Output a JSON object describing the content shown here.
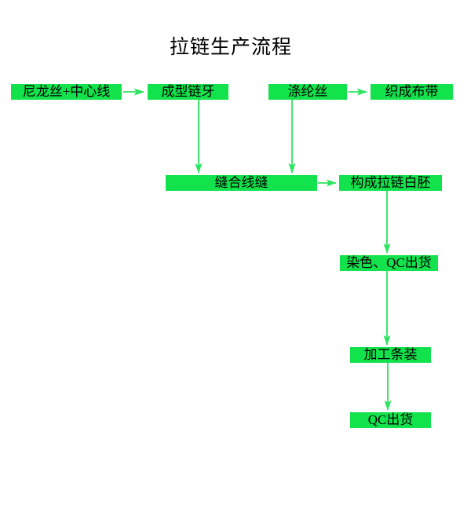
{
  "title": "拉链生产流程",
  "colors": {
    "background": "#ffffff",
    "node_fill": "#12e24c",
    "arrow": "#2be55e",
    "text": "#000000"
  },
  "nodes": [
    {
      "id": "nylon-center-thread",
      "label": "尼龙丝+中心线"
    },
    {
      "id": "formed-teeth",
      "label": "成型链牙"
    },
    {
      "id": "polyester-thread",
      "label": "涤纶丝"
    },
    {
      "id": "woven-tape",
      "label": "织成布带"
    },
    {
      "id": "sew-seam",
      "label": "缝合线缝"
    },
    {
      "id": "zipper-blank",
      "label": "构成拉链白胚"
    },
    {
      "id": "dye-qc-ship",
      "label": "染色、QC出货"
    },
    {
      "id": "process-strip",
      "label": "加工条装"
    },
    {
      "id": "qc-ship",
      "label": "QC出货"
    }
  ],
  "edges": [
    {
      "from": "nylon-center-thread",
      "to": "formed-teeth"
    },
    {
      "from": "polyester-thread",
      "to": "woven-tape"
    },
    {
      "from": "formed-teeth",
      "to": "sew-seam"
    },
    {
      "from": "polyester-thread",
      "to": "sew-seam"
    },
    {
      "from": "sew-seam",
      "to": "zipper-blank"
    },
    {
      "from": "zipper-blank",
      "to": "dye-qc-ship"
    },
    {
      "from": "dye-qc-ship",
      "to": "process-strip"
    },
    {
      "from": "process-strip",
      "to": "qc-ship"
    }
  ]
}
